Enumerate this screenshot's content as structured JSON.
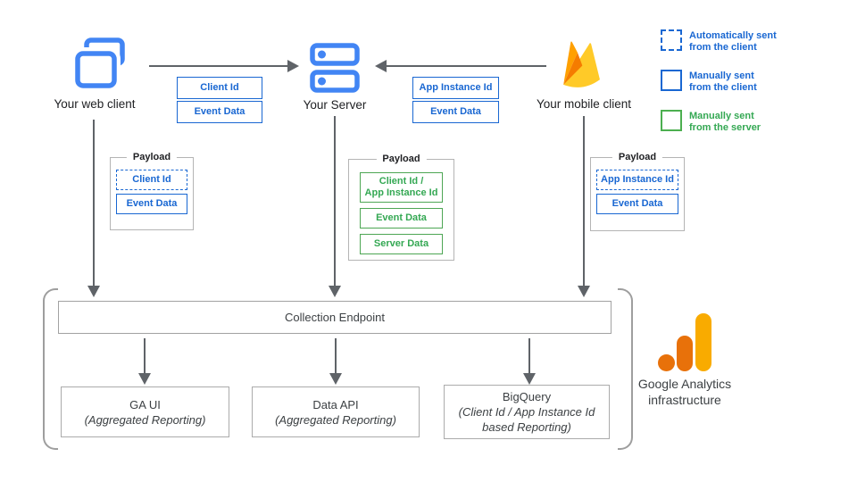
{
  "nodes": {
    "web": {
      "label": "Your web client"
    },
    "server": {
      "label": "Your Server"
    },
    "mobile": {
      "label": "Your mobile client"
    }
  },
  "edges": {
    "web_to_server": {
      "tags": [
        "Client Id",
        "Event Data"
      ]
    },
    "mobile_to_server": {
      "tags": [
        "App Instance Id",
        "Event Data"
      ]
    }
  },
  "payloads": {
    "web": {
      "title": "Payload",
      "items": [
        "Client Id",
        "Event Data"
      ]
    },
    "server": {
      "title": "Payload",
      "items": [
        "Client Id /\nApp Instance Id",
        "Event Data",
        "Server Data"
      ]
    },
    "mobile": {
      "title": "Payload",
      "items": [
        "App Instance Id",
        "Event Data"
      ]
    }
  },
  "legend": {
    "items": [
      {
        "line1": "Automatically sent",
        "line2": "from the client",
        "style": "dashed-blue"
      },
      {
        "line1": "Manually sent",
        "line2": "from the client",
        "style": "solid-blue"
      },
      {
        "line1": "Manually sent",
        "line2": "from the server",
        "style": "solid-green"
      }
    ]
  },
  "infrastructure": {
    "endpoint": "Collection Endpoint",
    "outputs": [
      {
        "title": "GA UI",
        "subtitle": "(Aggregated Reporting)"
      },
      {
        "title": "Data API",
        "subtitle": "(Aggregated Reporting)"
      },
      {
        "title": "BigQuery",
        "subtitle": "(Client Id / App Instance Id\nbased Reporting)"
      }
    ],
    "brand": {
      "line1": "Google Analytics",
      "line2": "infrastructure"
    }
  },
  "colors": {
    "blue_accent": "#1967D2",
    "icon_blue": "#4285F4",
    "green_accent": "#34A853",
    "legend_green_border": "#4CAF50",
    "arrow_gray": "#5F6368",
    "firebase_yellow": "#FFCA28",
    "firebase_amber": "#FFA000",
    "firebase_orange": "#F57C00",
    "ga_orange": "#E8710A",
    "ga_yellow": "#F9AB00"
  }
}
